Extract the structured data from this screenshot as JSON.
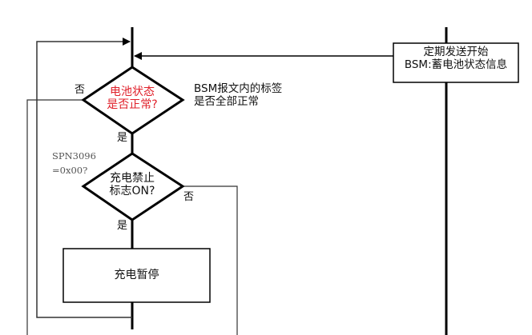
{
  "diagram": {
    "type": "flowchart",
    "start_box": {
      "line1": "定期发送开始",
      "line2": "BSM:蓄电池状态信息"
    },
    "decision1": {
      "line1": "电池状态",
      "line2": "是否正常?",
      "text_color": "#e0202a",
      "no_label": "否",
      "yes_label": "是",
      "note_line1": "BSM报文内的标签",
      "note_line2": "是否全部正常"
    },
    "decision2": {
      "line1": "充电禁止",
      "line2": "标志ON?",
      "no_label": "否",
      "yes_label": "是",
      "condition_line1": "SPN3096",
      "condition_line2": "=0x00?"
    },
    "process": {
      "label": "充电暂停"
    }
  }
}
